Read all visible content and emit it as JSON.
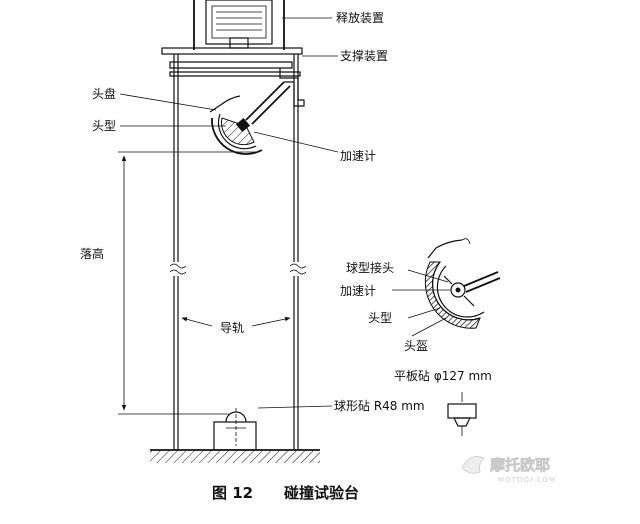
{
  "labels": {
    "release_device": "释放装置",
    "support_device": "支撑装置",
    "headform_top": "头盘",
    "headform": "头型",
    "accelerometer_main": "加速计",
    "drop_height": "落高",
    "guide_rail": "导轨",
    "hemispherical_anvil": "球形砧 R48 mm",
    "ball_joint": "球型接头",
    "accelerometer_detail": "加速计",
    "headform_detail": "头型",
    "headform_detail_top": "头盔",
    "flat_anvil": "平板砧 φ127 mm"
  },
  "caption": {
    "figure_number": "图 12",
    "title": "碰撞试验台"
  },
  "watermark": {
    "brand": "摩托欧耶",
    "url": "MOTOOY.COM"
  }
}
